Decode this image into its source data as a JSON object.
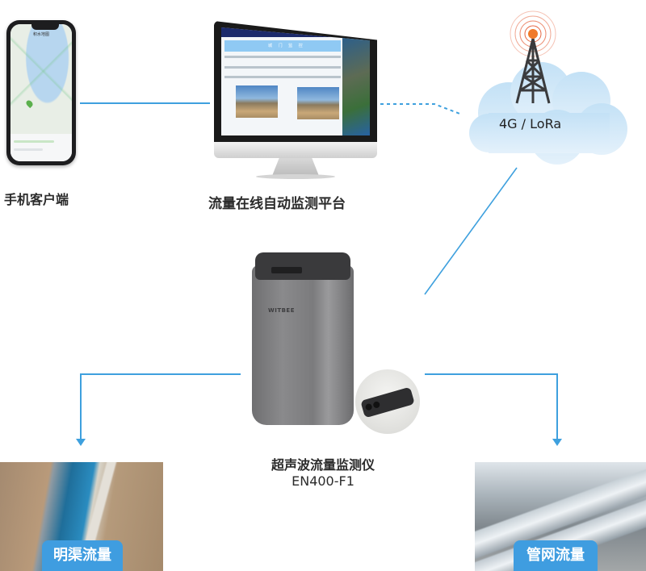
{
  "diagram": {
    "title": "流量在线自动监测系统架构",
    "nodes": {
      "mobile_client": {
        "label": "手机客户端",
        "screen_title": "积水地图"
      },
      "monitoring_platform": {
        "label": "流量在线自动监测平台",
        "screen_banner": "城 门 监 控"
      },
      "network": {
        "label": "4G / LoRa"
      },
      "device": {
        "label_line1": "超声波流量监测仪",
        "label_line2": "EN400-F1",
        "brand": "WITBEE"
      },
      "open_channel": {
        "label": "明渠流量"
      },
      "pipe_network": {
        "label": "管网流量"
      }
    },
    "edges": [
      {
        "from": "mobile_client",
        "to": "monitoring_platform",
        "style": "solid"
      },
      {
        "from": "monitoring_platform",
        "to": "network",
        "style": "dotted"
      },
      {
        "from": "network",
        "to": "device",
        "style": "solid"
      },
      {
        "from": "device",
        "to": "open_channel",
        "style": "solid-arrow"
      },
      {
        "from": "device",
        "to": "pipe_network",
        "style": "solid-arrow"
      }
    ],
    "colors": {
      "line": "#3ea0de",
      "tag_bg": "#3f9de0",
      "cloud": "#cfe6f7",
      "antenna_signal": "#e2542c"
    }
  }
}
